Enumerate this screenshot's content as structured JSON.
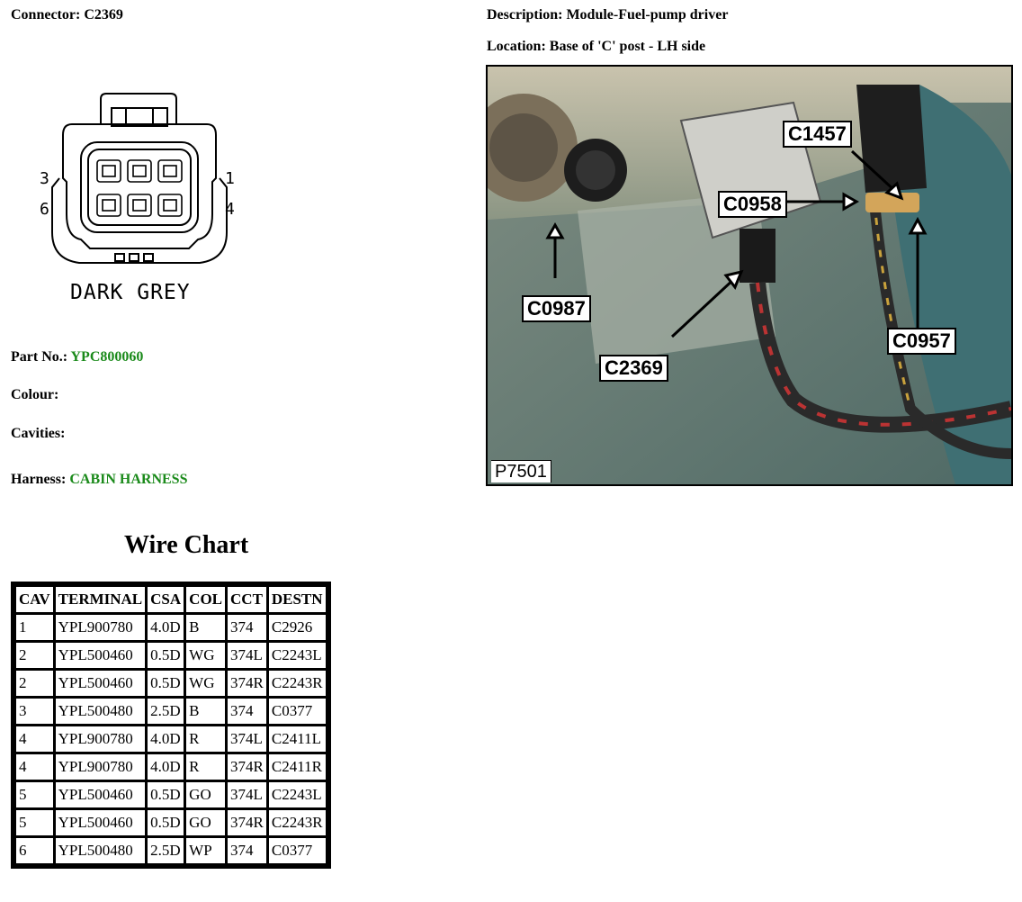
{
  "connector": {
    "label": "Connector:",
    "value": "C2369"
  },
  "description": {
    "label": "Description:",
    "value": "Module-Fuel-pump driver"
  },
  "location": {
    "label": "Location:",
    "value": "Base of 'C' post - LH side"
  },
  "diagram": {
    "pins_left": [
      "3",
      "6"
    ],
    "pins_right": [
      "1",
      "4"
    ],
    "colour_label": "DARK GREY"
  },
  "part_no": {
    "label": "Part No.:",
    "value": "YPC800060"
  },
  "colour": {
    "label": "Colour:",
    "value": ""
  },
  "cavities": {
    "label": "Cavities:",
    "value": ""
  },
  "harness": {
    "label": "Harness:",
    "value": "CABIN HARNESS"
  },
  "photo": {
    "code": "P7501",
    "callouts": [
      "C1457",
      "C0958",
      "C0987",
      "C2369",
      "C0957"
    ]
  },
  "accent_color": "#1a8a1a",
  "wire_chart": {
    "title": "Wire Chart",
    "headers": [
      "CAV",
      "TERMINAL",
      "CSA",
      "COL",
      "CCT",
      "DESTN"
    ],
    "rows": [
      [
        "1",
        "YPL900780",
        "4.0D",
        "B",
        "374",
        "C2926"
      ],
      [
        "2",
        "YPL500460",
        "0.5D",
        "WG",
        "374L",
        "C2243L"
      ],
      [
        "2",
        "YPL500460",
        "0.5D",
        "WG",
        "374R",
        "C2243R"
      ],
      [
        "3",
        "YPL500480",
        "2.5D",
        "B",
        "374",
        "C0377"
      ],
      [
        "4",
        "YPL900780",
        "4.0D",
        "R",
        "374L",
        "C2411L"
      ],
      [
        "4",
        "YPL900780",
        "4.0D",
        "R",
        "374R",
        "C2411R"
      ],
      [
        "5",
        "YPL500460",
        "0.5D",
        "GO",
        "374L",
        "C2243L"
      ],
      [
        "5",
        "YPL500460",
        "0.5D",
        "GO",
        "374R",
        "C2243R"
      ],
      [
        "6",
        "YPL500480",
        "2.5D",
        "WP",
        "374",
        "C0377"
      ]
    ]
  }
}
